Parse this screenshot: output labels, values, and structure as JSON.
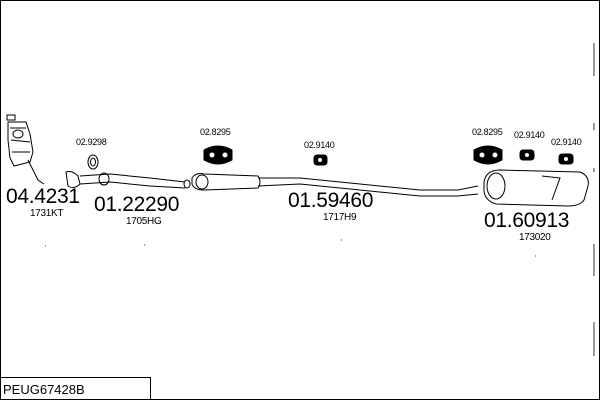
{
  "reference": "PEUG67428B",
  "parts": [
    {
      "id": "catalytic",
      "number": "04.4231",
      "code": "1731KT"
    },
    {
      "id": "front-pipe",
      "number": "01.22290",
      "code": "1705HG"
    },
    {
      "id": "middle-silencer",
      "number": "01.59460",
      "code": "1717H9"
    },
    {
      "id": "rear-silencer",
      "number": "01.60913",
      "code": "173020"
    }
  ],
  "fittings": [
    {
      "id": "gasket",
      "number": "02.9298"
    },
    {
      "id": "mount-1",
      "number": "02.8295"
    },
    {
      "id": "hanger-1",
      "number": "02.9140"
    },
    {
      "id": "mount-2",
      "number": "02.8295"
    },
    {
      "id": "hanger-2",
      "number": "02.9140"
    },
    {
      "id": "hanger-3",
      "number": "02.9140"
    }
  ],
  "colors": {
    "line": "#000000",
    "background": "#ffffff"
  }
}
